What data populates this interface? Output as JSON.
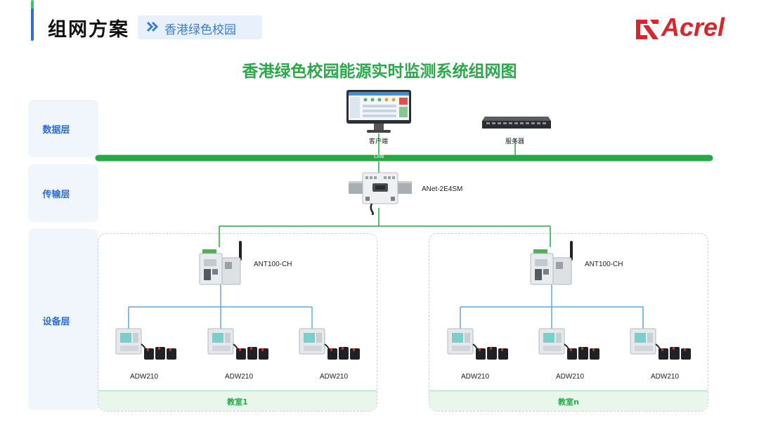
{
  "header": {
    "title": "组网方案",
    "subtitle": "香港绿色校园"
  },
  "logo": {
    "text": "Acrel"
  },
  "diagram": {
    "title": "香港绿色校园能源实时监测系统组网图",
    "layers": [
      {
        "label": "数据层"
      },
      {
        "label": "传输层"
      },
      {
        "label": "设备层"
      }
    ],
    "top_devices": {
      "client": "客户端",
      "server": "服务器"
    },
    "bus_label": "LAN",
    "gateway": "ANet-2E4SM",
    "groups": [
      {
        "collector": "ANT100-CH",
        "meters": [
          "ADW210",
          "ADW210",
          "ADW210"
        ],
        "footer": "教室1"
      },
      {
        "collector": "ANT100-CH",
        "meters": [
          "ADW210",
          "ADW210",
          "ADW210"
        ],
        "footer": "教室n"
      }
    ]
  },
  "colors": {
    "accent_green": "#2aa84a",
    "bus_green": "#27a844",
    "line_blue": "#5fa8de",
    "brand_red": "#d7262c",
    "layer_blue": "#2f6fd0"
  }
}
